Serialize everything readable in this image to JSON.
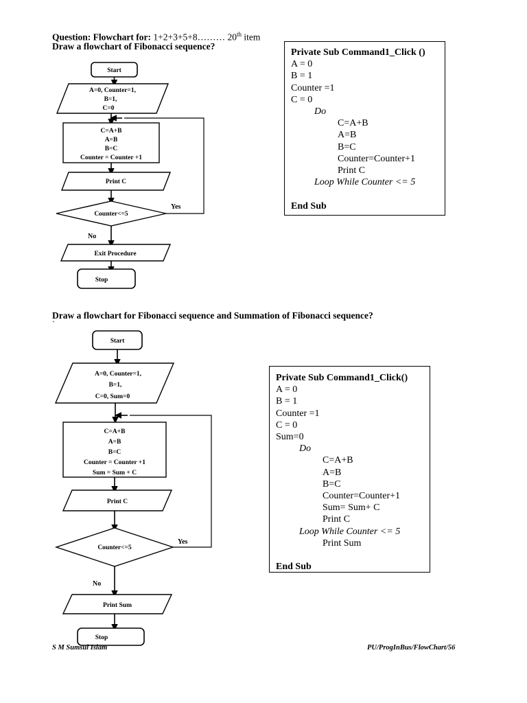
{
  "document": {
    "section1": {
      "question_label": "Question: Flowchart for:",
      "question_series": "1+2+3+5+8……… 20",
      "question_ordinal": "th",
      "question_tail": " item",
      "instruction": "Draw a flowchart of Fibonacci sequence?"
    },
    "section2": {
      "instruction": "Draw a flowchart for Fibonacci sequence and Summation of Fibonacci sequence?",
      "stray_mark": "`"
    },
    "footer": {
      "author": "S M Sumsul Islam",
      "reference": "PU/ProgInBus/FlowChart/56"
    }
  },
  "flowchart1": {
    "nodes": {
      "start": "Start",
      "init_line1": "A=0, Counter=1,",
      "init_line2": "B=1,",
      "init_line3": "C=0",
      "process_line1": "C=A+B",
      "process_line2": "A=B",
      "process_line3": "B=C",
      "process_line4": "Counter = Counter +1",
      "print": "Print C",
      "decision": "Counter<=5",
      "exit": "Exit Procedure",
      "stop": "Stop"
    },
    "labels": {
      "yes": "Yes",
      "no": "No"
    }
  },
  "flowchart2": {
    "nodes": {
      "start": "Start",
      "init_line1": "A=0, Counter=1,",
      "init_line2": "B=1,",
      "init_line3": "C=0, Sum=0",
      "process_line1": "C=A+B",
      "process_line2": "A=B",
      "process_line3": "B=C",
      "process_line4": "Counter = Counter +1",
      "process_line5": "Sum = Sum + C",
      "print": "Print C",
      "decision": "Counter<=5",
      "print_sum": "Print Sum",
      "stop": "Stop"
    },
    "labels": {
      "yes": "Yes",
      "no": "No"
    }
  },
  "code1": {
    "lines": [
      {
        "text": "Private Sub Command1_Click ()",
        "style": "bold",
        "indent": 0
      },
      {
        "text": "A = 0",
        "style": "normal",
        "indent": 0
      },
      {
        "text": "B = 1",
        "style": "normal",
        "indent": 0
      },
      {
        "text": "Counter =1",
        "style": "normal",
        "indent": 0
      },
      {
        "text": "C = 0",
        "style": "normal",
        "indent": 0
      },
      {
        "text": "Do",
        "style": "italic",
        "indent": 1
      },
      {
        "text": "C=A+B",
        "style": "normal",
        "indent": 2
      },
      {
        "text": "A=B",
        "style": "normal",
        "indent": 2
      },
      {
        "text": "B=C",
        "style": "normal",
        "indent": 2
      },
      {
        "text": "Counter=Counter+1",
        "style": "normal",
        "indent": 2
      },
      {
        "text": "Print C",
        "style": "normal",
        "indent": 2
      },
      {
        "text": "Loop While Counter <= 5",
        "style": "italic",
        "indent": 1
      },
      {
        "text": "",
        "style": "normal",
        "indent": 0
      },
      {
        "text": "End Sub",
        "style": "bold",
        "indent": 0
      }
    ]
  },
  "code2": {
    "lines": [
      {
        "text": "Private Sub Command1_Click()",
        "style": "bold",
        "indent": 0
      },
      {
        "text": "A = 0",
        "style": "normal",
        "indent": 0
      },
      {
        "text": "B = 1",
        "style": "normal",
        "indent": 0
      },
      {
        "text": "Counter =1",
        "style": "normal",
        "indent": 0
      },
      {
        "text": "C = 0",
        "style": "normal",
        "indent": 0
      },
      {
        "text": "Sum=0",
        "style": "normal",
        "indent": 0
      },
      {
        "text": "Do",
        "style": "italic",
        "indent": 1
      },
      {
        "text": "C=A+B",
        "style": "normal",
        "indent": 2
      },
      {
        "text": "A=B",
        "style": "normal",
        "indent": 2
      },
      {
        "text": "B=C",
        "style": "normal",
        "indent": 2
      },
      {
        "text": "Counter=Counter+1",
        "style": "normal",
        "indent": 2
      },
      {
        "text": "Sum= Sum+ C",
        "style": "normal",
        "indent": 2
      },
      {
        "text": "Print C",
        "style": "normal",
        "indent": 2
      },
      {
        "text": "Loop While Counter <= 5",
        "style": "italic",
        "indent": 1
      },
      {
        "text": "Print Sum",
        "style": "normal",
        "indent": 2
      },
      {
        "text": "",
        "style": "normal",
        "indent": 0
      },
      {
        "text": "End Sub",
        "style": "bold",
        "indent": 0
      }
    ]
  }
}
